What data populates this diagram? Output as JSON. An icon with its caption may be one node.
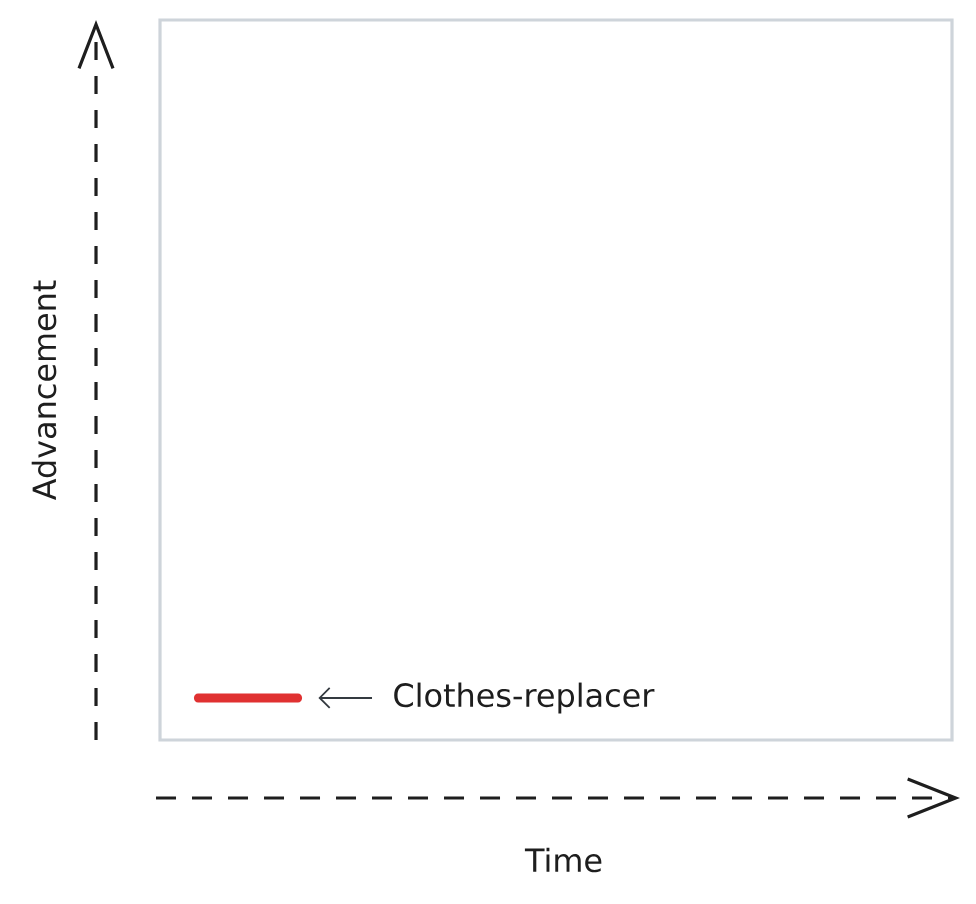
{
  "diagram": {
    "nodes": [
      {
        "text": [],
        "shape": "box"
      },
      {
        "text": [],
        "shape": "bar",
        "in": 0
      },
      {
        "text": [
          "Clothes-replacer"
        ],
        "in": 0
      }
    ],
    "edges": [
      {
        "from": 2,
        "to": 1,
        "arrow": "to"
      }
    ],
    "labels": [
      "Advancement",
      "Time"
    ]
  }
}
